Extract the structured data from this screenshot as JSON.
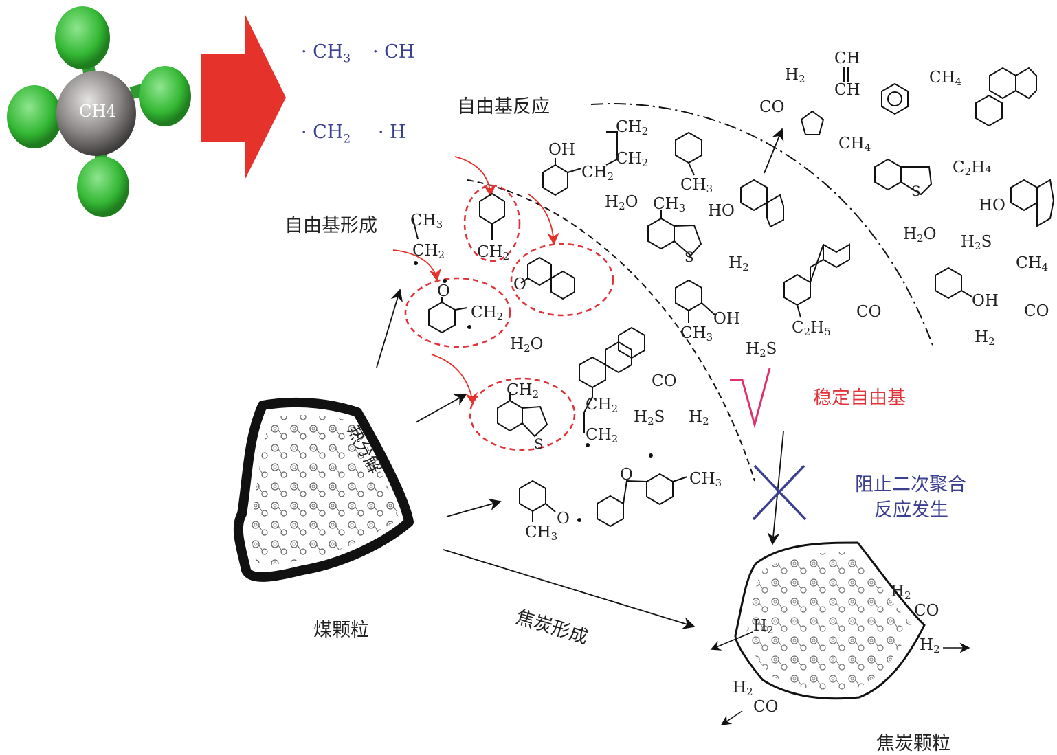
{
  "title_labels": {
    "free_radical_formation": "自由基形成",
    "free_radical_reaction": "自由基反应",
    "pyrolysis": "热分解",
    "coal_particle": "煤颗粒",
    "coke_formation": "焦炭形成",
    "coke_particle": "焦炭颗粒",
    "stable_radicals": "稳定自由基",
    "block_line1": "阻止二次聚合",
    "block_line2": "反应发生"
  },
  "methane_model": {
    "label": "CH4"
  },
  "methane_radicals": [
    {
      "symbol": "CH",
      "sub": "3"
    },
    {
      "symbol": "CH",
      "sub": ""
    },
    {
      "symbol": "CH",
      "sub": "2"
    },
    {
      "symbol": "H",
      "sub": ""
    }
  ],
  "colors": {
    "arrow_red": "#e5322b",
    "methane_green": "#34b834",
    "methane_gray": "#8a8686",
    "radical_blue": "#3a3f8f",
    "dash_red": "#e0343a",
    "check_pink": "#e0326a",
    "cross_blue": "#3a3f8f"
  },
  "small_molecules": [
    {
      "id": "h2o-a",
      "text": "H",
      "sub": "2",
      "tail": "O"
    },
    {
      "id": "h2o-b",
      "text": "H",
      "sub": "2",
      "tail": "O"
    },
    {
      "id": "h2o-c",
      "text": "H",
      "sub": "2",
      "tail": "O"
    },
    {
      "id": "h2-a",
      "text": "H",
      "sub": "2",
      "tail": ""
    },
    {
      "id": "h2-b",
      "text": "H",
      "sub": "2",
      "tail": ""
    },
    {
      "id": "h2-c",
      "text": "H",
      "sub": "2",
      "tail": ""
    },
    {
      "id": "h2-d",
      "text": "H",
      "sub": "2",
      "tail": ""
    },
    {
      "id": "co-a",
      "text": "CO",
      "sub": "",
      "tail": ""
    },
    {
      "id": "co-b",
      "text": "CO",
      "sub": "",
      "tail": ""
    },
    {
      "id": "co-c",
      "text": "CO",
      "sub": "",
      "tail": ""
    },
    {
      "id": "co-d",
      "text": "CO",
      "sub": "",
      "tail": ""
    },
    {
      "id": "h2s-a",
      "text": "H",
      "sub": "2",
      "tail": "S"
    },
    {
      "id": "h2s-b",
      "text": "H",
      "sub": "2",
      "tail": "S"
    },
    {
      "id": "h2s-c",
      "text": "H",
      "sub": "2",
      "tail": "S"
    },
    {
      "id": "ch4-a",
      "text": "CH",
      "sub": "4",
      "tail": ""
    },
    {
      "id": "ch4-b",
      "text": "CH",
      "sub": "4",
      "tail": ""
    },
    {
      "id": "ch4-c",
      "text": "CH",
      "sub": "4",
      "tail": ""
    },
    {
      "id": "c2h4",
      "text": "C",
      "sub": "2",
      "tail": "H₄"
    },
    {
      "id": "ch-top",
      "text": "CH",
      "sub": "",
      "tail": ""
    },
    {
      "id": "ch-bot",
      "text": "CH",
      "sub": "",
      "tail": ""
    }
  ],
  "structure_labels": {
    "oh": "OH",
    "ch2": "CH",
    "ch3": "CH",
    "s": "S",
    "o": "O",
    "ho": "HO",
    "c2h5": "C",
    "h": "H",
    "co": "CO"
  },
  "coke_gases": [
    {
      "text": "H",
      "sub": "2"
    },
    {
      "text": "CO",
      "sub": ""
    },
    {
      "text": "H",
      "sub": "2"
    },
    {
      "text": "H",
      "sub": "2"
    },
    {
      "text": "H",
      "sub": "2"
    },
    {
      "text": "CO",
      "sub": ""
    }
  ]
}
